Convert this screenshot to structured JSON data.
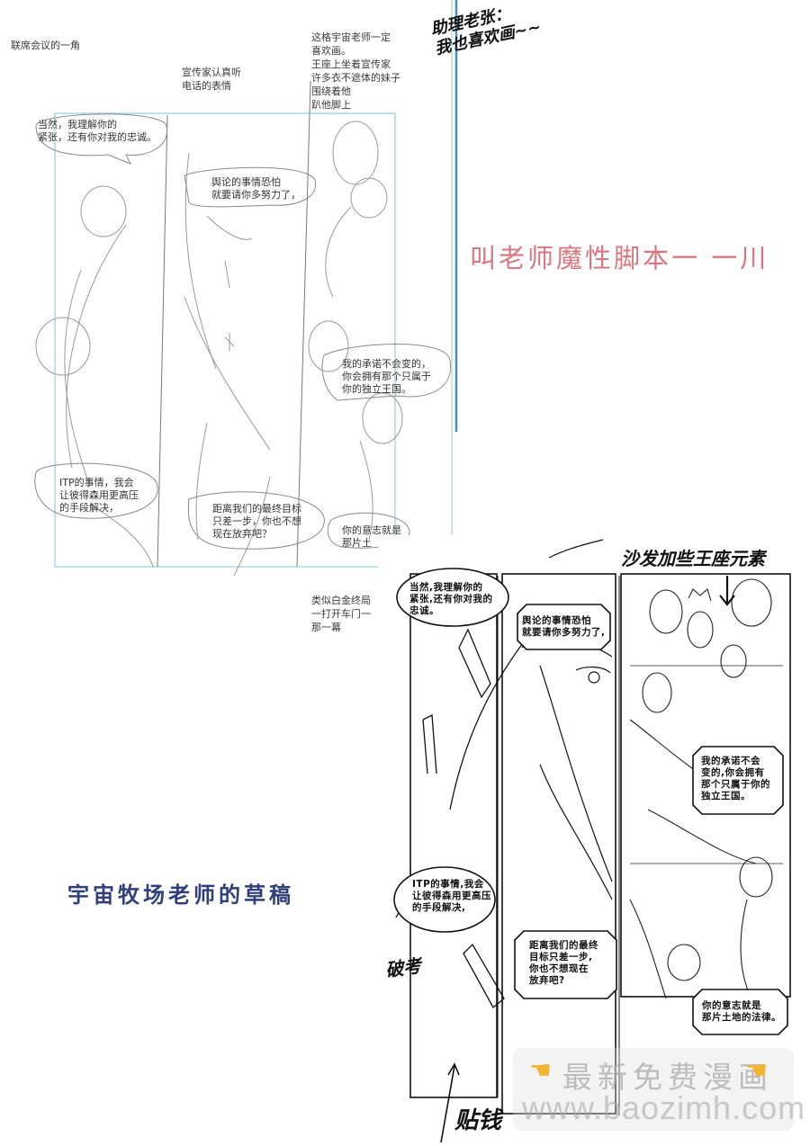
{
  "rough_sketch": {
    "scene_note": "联席会议的一角",
    "panel2_note": "宣传家认真听\n电话的表情",
    "panel3_note": "这格宇宙老师一定\n喜欢画。\n王座上坐着宣传家\n许多衣不遮体的妹子\n围绕着他\n趴他脚上",
    "ending_note": "类似白金终局\n一打开车门一\n那一幕",
    "bubbles": [
      "当然，我理解你的\n紧张，还有你对我的忠诚。",
      "舆论的事情恐怕\n就要请你多努力了，",
      "我的承诺不会变的，\n你会拥有那个只属于\n你的独立王国。",
      "ITP的事情，我会\n让彼得森用更高压\n的手段解决，",
      "距离我们的最终目标\n只差一步，你也不想\n现在放弃吧？",
      "你的意志就是\n那片土"
    ]
  },
  "handwritten_assistant_note": "助理老张：\n我也喜欢画~~",
  "pink_title": "叫老师魔性脚本一 一川",
  "blue_caption": "宇宙牧场老师的草稿",
  "final_sketch": {
    "top_note": "沙发加些王座元素",
    "margin_note_1": "破考",
    "margin_note_2": "贴钱",
    "bubbles": [
      "当然,我理解你的\n紧张,还有你对我的\n忠诚。",
      "舆论的事情恐怕\n就要请你多努力了,",
      "我的承诺不会\n变的,你会拥有\n那个只属于你的\n独立王国。",
      "ITP的事情,我会\n让彼得森用更高压\n的手段解决,",
      "距离我们的最终\n目标只差一步,\n你也不想现在\n放弃吧?",
      "你的意志就是\n那片土地的法律。"
    ]
  },
  "watermark": {
    "text": "最新免费漫画",
    "url": "www.baozimh.com",
    "icon_left": "pointing-hand-icon",
    "icon_right": "pointing-hand-icon"
  },
  "colors": {
    "guide_cyan": "#8fd3d8",
    "guide_blue": "#4f8fc0",
    "pink_title": "#d97780",
    "blue_caption": "#2f3f7a",
    "finger": "#f2b531"
  }
}
